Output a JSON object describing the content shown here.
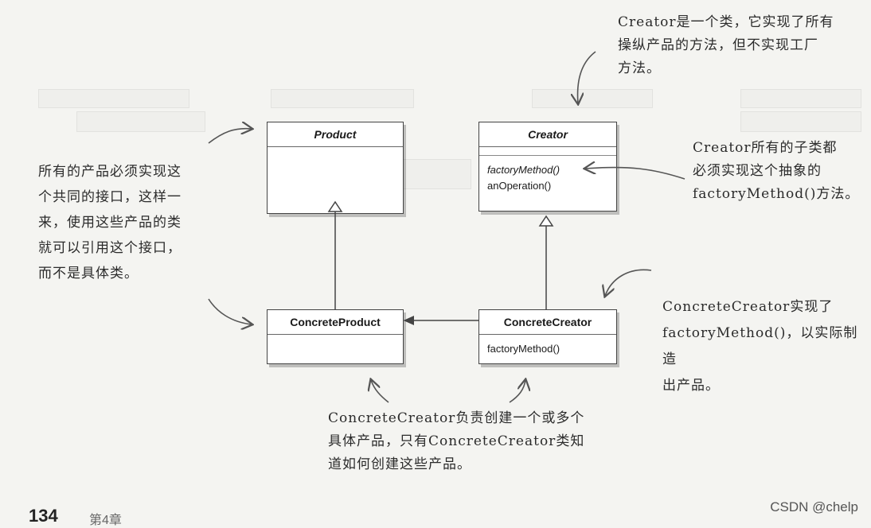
{
  "diagram": {
    "classes": {
      "product": {
        "name": "Product"
      },
      "creator": {
        "name": "Creator",
        "methods": [
          "factoryMethod()",
          "anOperation()"
        ]
      },
      "concrete_product": {
        "name": "ConcreteProduct"
      },
      "concrete_creator": {
        "name": "ConcreteCreator",
        "methods": [
          "factoryMethod()"
        ]
      }
    }
  },
  "annotations": {
    "creator_note": [
      "Creator是一个类，它实现了所有",
      "操纵产品的方法，但不实现工厂",
      "方法。"
    ],
    "subclass_note": [
      "Creator所有的子类都",
      "必须实现这个抽象的",
      "factoryMethod()方法。"
    ],
    "product_note": [
      "所有的产品必须实现这",
      "个共同的接口，这样一",
      "来，使用这些产品的类",
      "就可以引用这个接口，",
      "而不是具体类。"
    ],
    "concrete_creator_note": [
      "ConcreteCreator实现了",
      "factoryMethod()，以实际制造",
      "出产品。"
    ],
    "bottom_note": [
      "ConcreteCreator负责创建一个或多个",
      "具体产品，只有ConcreteCreator类知",
      "道如何创建这些产品。"
    ]
  },
  "footer": {
    "page_number": "134",
    "chapter": "第4章"
  },
  "watermark": "CSDN @chelp"
}
